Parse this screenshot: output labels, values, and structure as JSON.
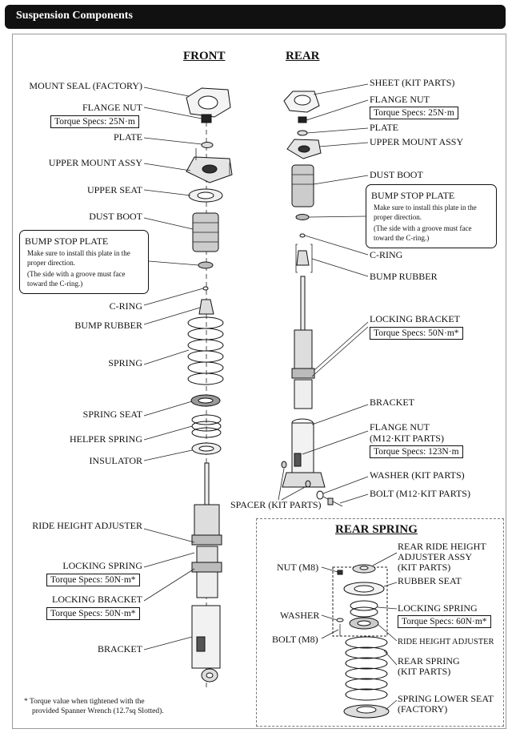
{
  "title": "Suspension Components",
  "front": {
    "heading": "FRONT",
    "mount_seal": "MOUNT SEAL (FACTORY)",
    "flange_nut": "FLANGE NUT",
    "flange_nut_torque": "Torque Specs: 25N·m",
    "plate": "PLATE",
    "upper_mount": "UPPER MOUNT ASSY",
    "upper_seat": "UPPER SEAT",
    "dust_boot": "DUST BOOT",
    "bump_stop_title": "BUMP STOP PLATE",
    "bump_stop_l1": "Make sure to install this plate in the",
    "bump_stop_l2": "proper direction.",
    "bump_stop_l3": "(The side with a groove must face",
    "bump_stop_l4": "toward the C-ring.)",
    "c_ring": "C-RING",
    "bump_rubber": "BUMP RUBBER",
    "spring": "SPRING",
    "spring_seat": "SPRING SEAT",
    "helper_spring": "HELPER SPRING",
    "insulator": "INSULATOR",
    "ride_height": "RIDE HEIGHT ADJUSTER",
    "locking_spring": "LOCKING SPRING",
    "locking_spring_torque": "Torque Specs: 50N·m*",
    "locking_bracket": "LOCKING BRACKET",
    "locking_bracket_torque": "Torque Specs: 50N·m*",
    "bracket": "BRACKET"
  },
  "rear": {
    "heading": "REAR",
    "sheet": "SHEET (KIT PARTS)",
    "flange_nut": "FLANGE NUT",
    "flange_nut_torque": "Torque Specs: 25N·m",
    "plate": "PLATE",
    "upper_mount": "UPPER MOUNT ASSY",
    "dust_boot": "DUST BOOT",
    "bump_stop_title": "BUMP STOP PLATE",
    "bump_stop_l1": "Make sure to install this plate in the",
    "bump_stop_l2": "proper direction.",
    "bump_stop_l3": "(The side with a groove must face",
    "bump_stop_l4": "toward the C-ring.)",
    "c_ring": "C-RING",
    "bump_rubber": "BUMP RUBBER",
    "locking_bracket": "LOCKING BRACKET",
    "locking_bracket_torque": "Torque Specs: 50N·m*",
    "bracket": "BRACKET",
    "flange_nut2_a": "FLANGE NUT",
    "flange_nut2_b": "(M12·KIT PARTS)",
    "flange_nut2_torque": "Torque Specs: 123N·m",
    "washer": "WASHER (KIT PARTS)",
    "bolt": "BOLT (M12·KIT PARTS)",
    "spacer": "SPACER (KIT PARTS)"
  },
  "rear_spring": {
    "heading": "REAR SPRING",
    "adjuster_a": "REAR RIDE HEIGHT",
    "adjuster_b": "ADJUSTER ASSY",
    "adjuster_c": "(KIT PARTS)",
    "nut": "NUT (M8)",
    "rubber_seat": "RUBBER SEAT",
    "washer": "WASHER",
    "locking_spring": "LOCKING SPRING",
    "locking_spring_torque": "Torque Specs: 60N·m*",
    "bolt": "BOLT (M8)",
    "ride_height": "RIDE HEIGHT ADJUSTER",
    "spring_a": "REAR SPRING",
    "spring_b": "(KIT PARTS)",
    "lower_seat_a": "SPRING LOWER SEAT",
    "lower_seat_b": "(FACTORY)"
  },
  "footnote_l1": "* Torque value when tightened with the",
  "footnote_l2": "provided Spanner Wrench (12.7sq Slotted)."
}
